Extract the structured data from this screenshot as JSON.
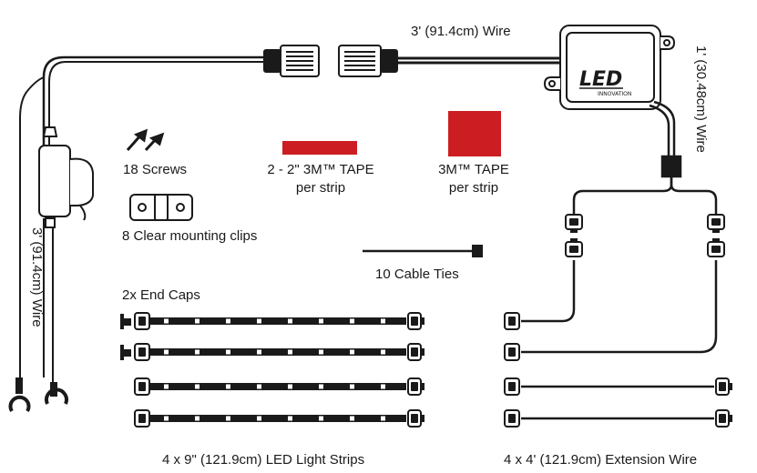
{
  "labels": {
    "wire_top": "3' (91.4cm) Wire",
    "wire_right": "1' (30.48cm) Wire",
    "wire_left": "3' (91.4cm) Wire",
    "screws": "18 Screws",
    "tape_strip_line1": "2 - 2\" 3M™ TAPE",
    "tape_strip_line2": "per strip",
    "tape_square_line1": "3M™ TAPE",
    "tape_square_line2": "per strip",
    "clips": "8 Clear mounting clips",
    "cable_ties": "10 Cable Ties",
    "end_caps": "2x End Caps",
    "light_strips": "4 x 9\" (121.9cm) LED Light Strips",
    "extension_wire": "4 x 4' (121.9cm) Extension Wire"
  },
  "logo": {
    "main": "LED",
    "sub": "INNOVATION"
  },
  "colors": {
    "tape": "#cc1e22",
    "line": "#1a1a1a",
    "component": "#ffffff"
  }
}
